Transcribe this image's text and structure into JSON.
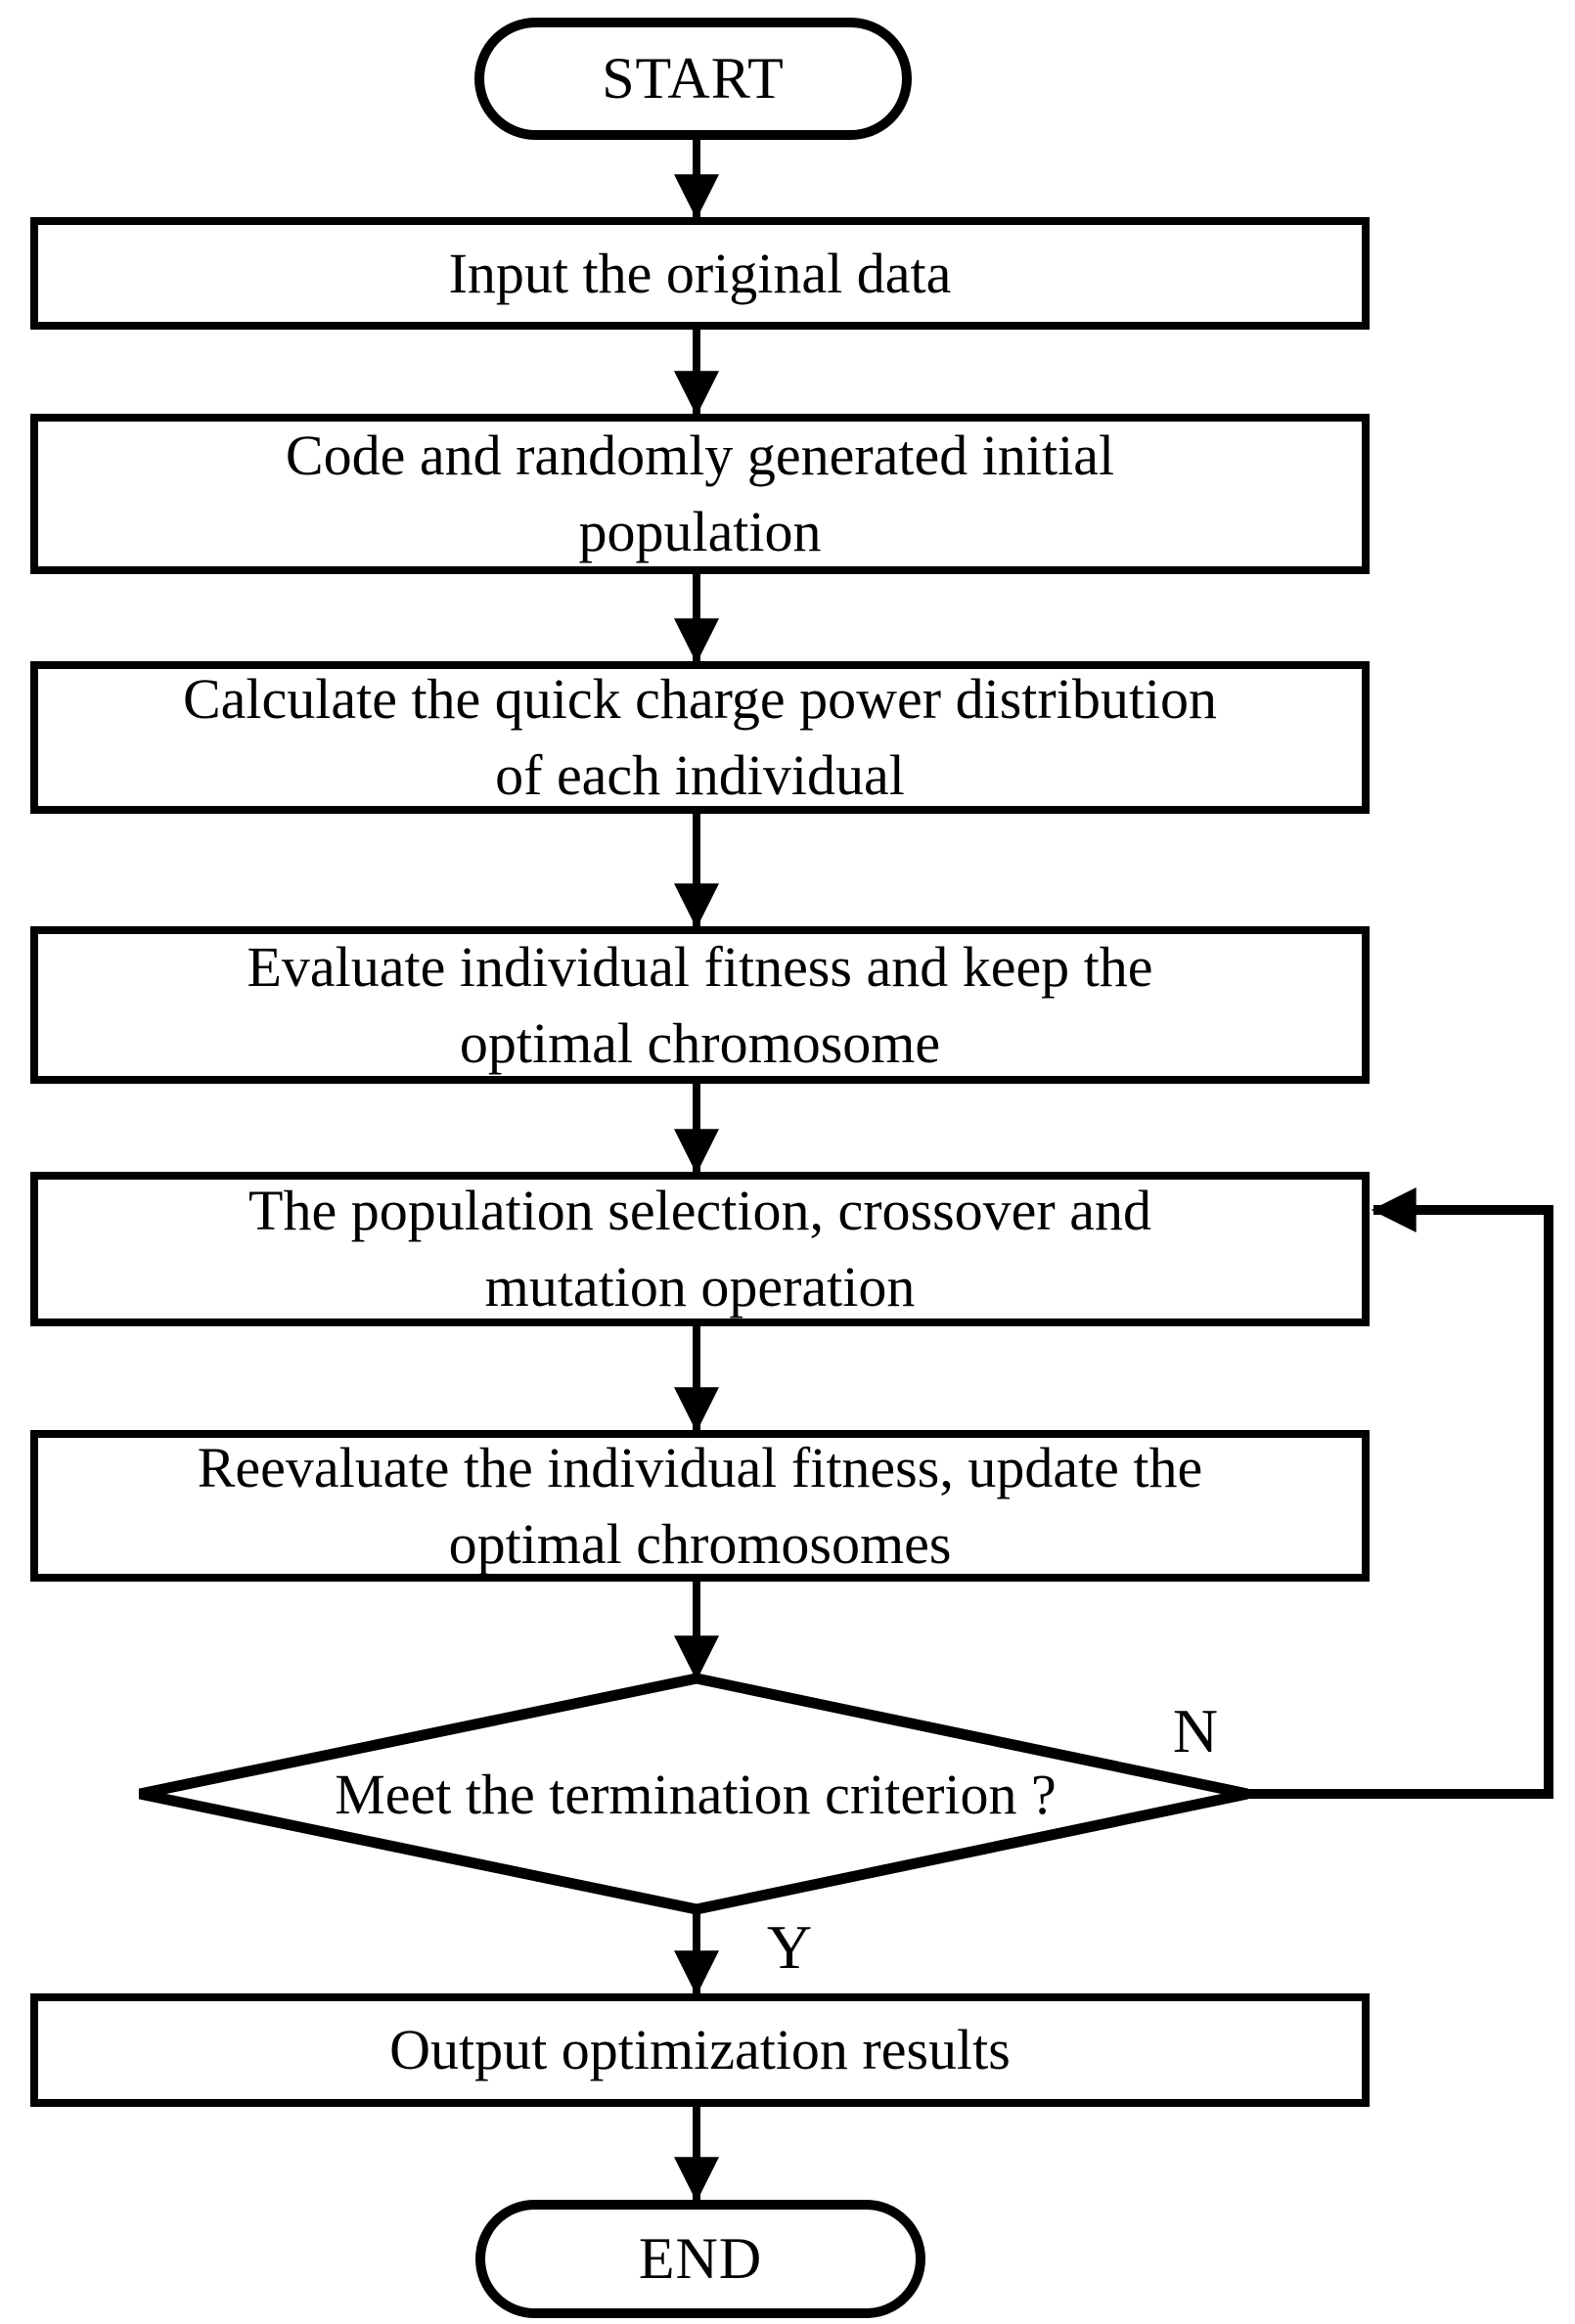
{
  "flowchart": {
    "nodes": {
      "start": "START",
      "input": "Input the original data",
      "code": "Code and randomly generated initial\npopulation",
      "calculate": "Calculate the quick charge power distribution\nof each individual",
      "evaluate": "Evaluate individual fitness and keep the\noptimal chromosome",
      "population": "The population selection, crossover and\nmutation operation",
      "reevaluate": "Reevaluate the individual fitness, update the\noptimal chromosomes",
      "decision": "Meet the termination criterion ?",
      "output": "Output optimization results",
      "end": "END"
    },
    "branches": {
      "no": "N",
      "yes": "Y"
    },
    "colors": {
      "line": "#000000",
      "background": "#ffffff",
      "text": "#000000"
    }
  }
}
